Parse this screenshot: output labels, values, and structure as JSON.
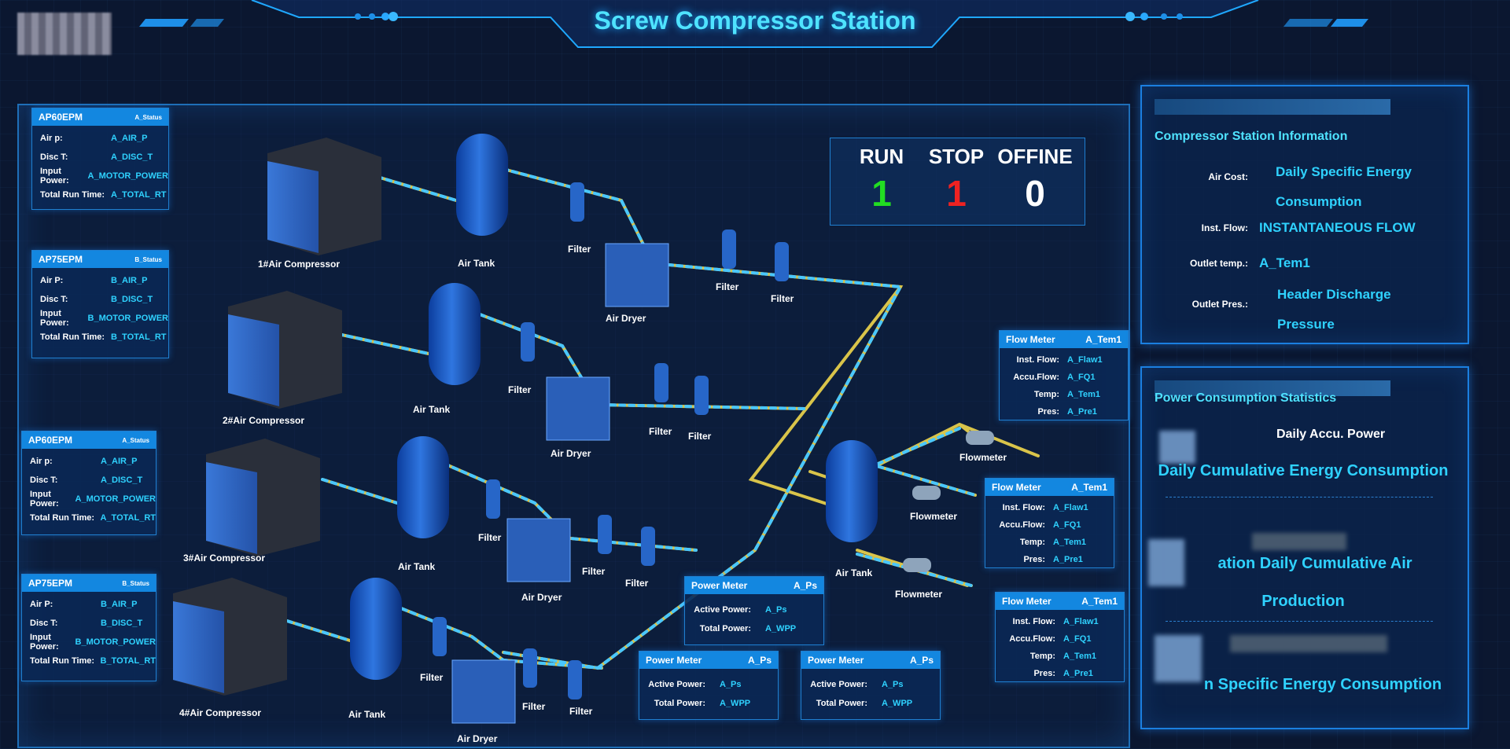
{
  "header": {
    "title": "Screw Compressor Station"
  },
  "compressors": [
    {
      "name": "AP60EPM",
      "tag": "A_Status",
      "rows": [
        {
          "label": "Air p:",
          "value": "A_AIR_P"
        },
        {
          "label": "Disc T:",
          "value": "A_DISC_T"
        },
        {
          "label": "Input Power:",
          "value": "A_MOTOR_POWER"
        },
        {
          "label": "Total Run Time:",
          "value": "A_TOTAL_RT"
        }
      ]
    },
    {
      "name": "AP75EPM",
      "tag": "B_Status",
      "rows": [
        {
          "label": "Air P:",
          "value": "B_AIR_P"
        },
        {
          "label": "Disc T:",
          "value": "B_DISC_T"
        },
        {
          "label": "Input Power:",
          "value": "B_MOTOR_POWER"
        },
        {
          "label": "Total Run Time:",
          "value": "B_TOTAL_RT"
        }
      ]
    },
    {
      "name": "AP60EPM",
      "tag": "A_Status",
      "rows": [
        {
          "label": "Air p:",
          "value": "A_AIR_P"
        },
        {
          "label": "Disc T:",
          "value": "A_DISC_T"
        },
        {
          "label": "Input Power:",
          "value": "A_MOTOR_POWER"
        },
        {
          "label": "Total Run Time:",
          "value": "A_TOTAL_RT"
        }
      ]
    },
    {
      "name": "AP75EPM",
      "tag": "B_Status",
      "rows": [
        {
          "label": "Air P:",
          "value": "B_AIR_P"
        },
        {
          "label": "Disc T:",
          "value": "B_DISC_T"
        },
        {
          "label": "Input Power:",
          "value": "B_MOTOR_POWER"
        },
        {
          "label": "Total Run Time:",
          "value": "B_TOTAL_RT"
        }
      ]
    }
  ],
  "equipment_labels": {
    "compressors": [
      "1#Air Compressor",
      "2#Air Compressor",
      "3#Air Compressor",
      "4#Air Compressor"
    ],
    "air_tank": "Air Tank",
    "filter": "Filter",
    "air_dryer": "Air Dryer",
    "flowmeter": "Flowmeter"
  },
  "status": {
    "run_label": "RUN",
    "stop_label": "STOP",
    "offline_label": "OFFINE",
    "run": "1",
    "stop": "1",
    "offline": "0",
    "run_color": "#22dd22",
    "stop_color": "#ee2222"
  },
  "flow_meters": [
    {
      "title": "Flow Meter",
      "tag": "A_Tem1",
      "rows": [
        {
          "label": "Inst. Flow:",
          "value": "A_Flaw1"
        },
        {
          "label": "Accu.Flow:",
          "value": "A_FQ1"
        },
        {
          "label": "Temp:",
          "value": "A_Tem1"
        },
        {
          "label": "Pres:",
          "value": "A_Pre1"
        }
      ]
    },
    {
      "title": "Flow Meter",
      "tag": "A_Tem1",
      "rows": [
        {
          "label": "Inst. Flow:",
          "value": "A_Flaw1"
        },
        {
          "label": "Accu.Flow:",
          "value": "A_FQ1"
        },
        {
          "label": "Temp:",
          "value": "A_Tem1"
        },
        {
          "label": "Pres:",
          "value": "A_Pre1"
        }
      ]
    },
    {
      "title": "Flow Meter",
      "tag": "A_Tem1",
      "rows": [
        {
          "label": "Inst. Flow:",
          "value": "A_Flaw1"
        },
        {
          "label": "Accu.Flow:",
          "value": "A_FQ1"
        },
        {
          "label": "Temp:",
          "value": "A_Tem1"
        },
        {
          "label": "Pres:",
          "value": "A_Pre1"
        }
      ]
    }
  ],
  "power_meters": [
    {
      "title": "Power Meter",
      "tag": "A_Ps",
      "rows": [
        {
          "label": "Active Power:",
          "value": "A_Ps"
        },
        {
          "label": "Total Power:",
          "value": "A_WPP"
        }
      ]
    },
    {
      "title": "Power Meter",
      "tag": "A_Ps",
      "rows": [
        {
          "label": "Active Power:",
          "value": "A_Ps"
        },
        {
          "label": "Total Power:",
          "value": "A_WPP"
        }
      ]
    },
    {
      "title": "Power Meter",
      "tag": "A_Ps",
      "rows": [
        {
          "label": "Active Power:",
          "value": "A_Ps"
        },
        {
          "label": "Total Power:",
          "value": "A_WPP"
        }
      ]
    }
  ],
  "station_info": {
    "title": "Compressor Station Information",
    "air_cost_label": "Air Cost:",
    "air_cost_value_1": "Daily Specific Energy",
    "air_cost_value_2": "Consumption",
    "inst_flow_label": "Inst. Flow:",
    "inst_flow_value": "INSTANTANEOUS FLOW",
    "outlet_temp_label": "Outlet temp.:",
    "outlet_temp_value": "A_Tem1",
    "outlet_pres_label": "Outlet Pres.:",
    "outlet_pres_value_1": "Header Discharge",
    "outlet_pres_value_2": "Pressure"
  },
  "power_stats": {
    "title": "Power Consumption Statistics",
    "daily_accu_label": "Daily Accu. Power",
    "line1": "Daily Cumulative Energy Consumption",
    "line2a": "ation Daily Cumulative Air",
    "line2b": "Production",
    "line3": "n Specific Energy Consumption"
  }
}
